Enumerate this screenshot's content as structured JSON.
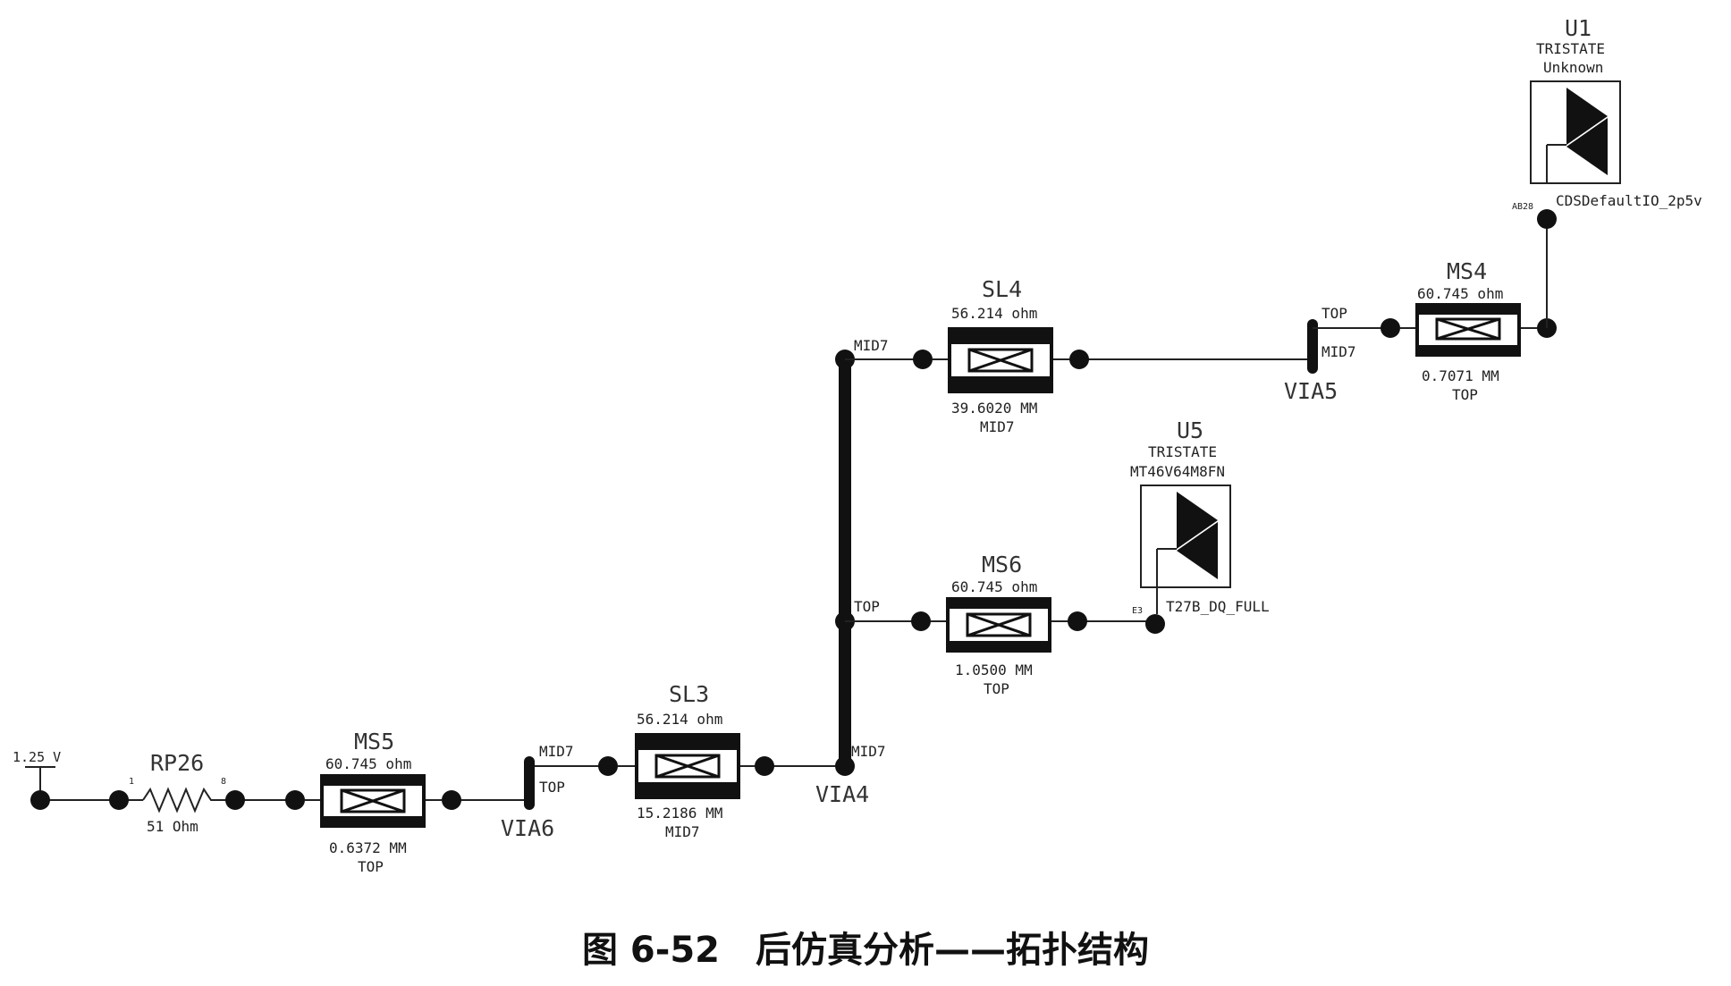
{
  "caption": "图 6-52　后仿真分析——拓扑结构",
  "source": {
    "label": "1.25 V"
  },
  "resistor": {
    "name": "RP26",
    "value": "51 Ohm",
    "pin_left": "1",
    "pin_right": "8"
  },
  "lines": {
    "ms5": {
      "name": "MS5",
      "impedance": "60.745 ohm",
      "length": "0.6372 MM",
      "layer": "TOP"
    },
    "sl3": {
      "name": "SL3",
      "impedance": "56.214 ohm",
      "length": "15.2186 MM",
      "layer": "MID7"
    },
    "sl4": {
      "name": "SL4",
      "impedance": "56.214 ohm",
      "length": "39.6020 MM",
      "layer": "MID7"
    },
    "ms6": {
      "name": "MS6",
      "impedance": "60.745 ohm",
      "length": "1.0500 MM",
      "layer": "TOP"
    },
    "ms4": {
      "name": "MS4",
      "impedance": "60.745 ohm",
      "length": "0.7071 MM",
      "layer": "TOP"
    }
  },
  "vias": {
    "via6": {
      "name": "VIA6",
      "top_label": "MID7",
      "bottom_label": "TOP"
    },
    "via4": {
      "name": "VIA4",
      "top_label": "MID7",
      "branch_top": "MID7",
      "branch_mid": "TOP"
    },
    "via5": {
      "name": "VIA5",
      "top_label": "TOP",
      "bottom_label": "MID7"
    }
  },
  "drivers": {
    "u1": {
      "name": "U1",
      "type": "TRISTATE",
      "part": "Unknown",
      "pin": "AB28",
      "model": "CDSDefaultIO_2p5v"
    },
    "u5": {
      "name": "U5",
      "type": "TRISTATE",
      "part": "MT46V64M8FN",
      "pin": "E3",
      "model": "T27B_DQ_FULL"
    }
  }
}
